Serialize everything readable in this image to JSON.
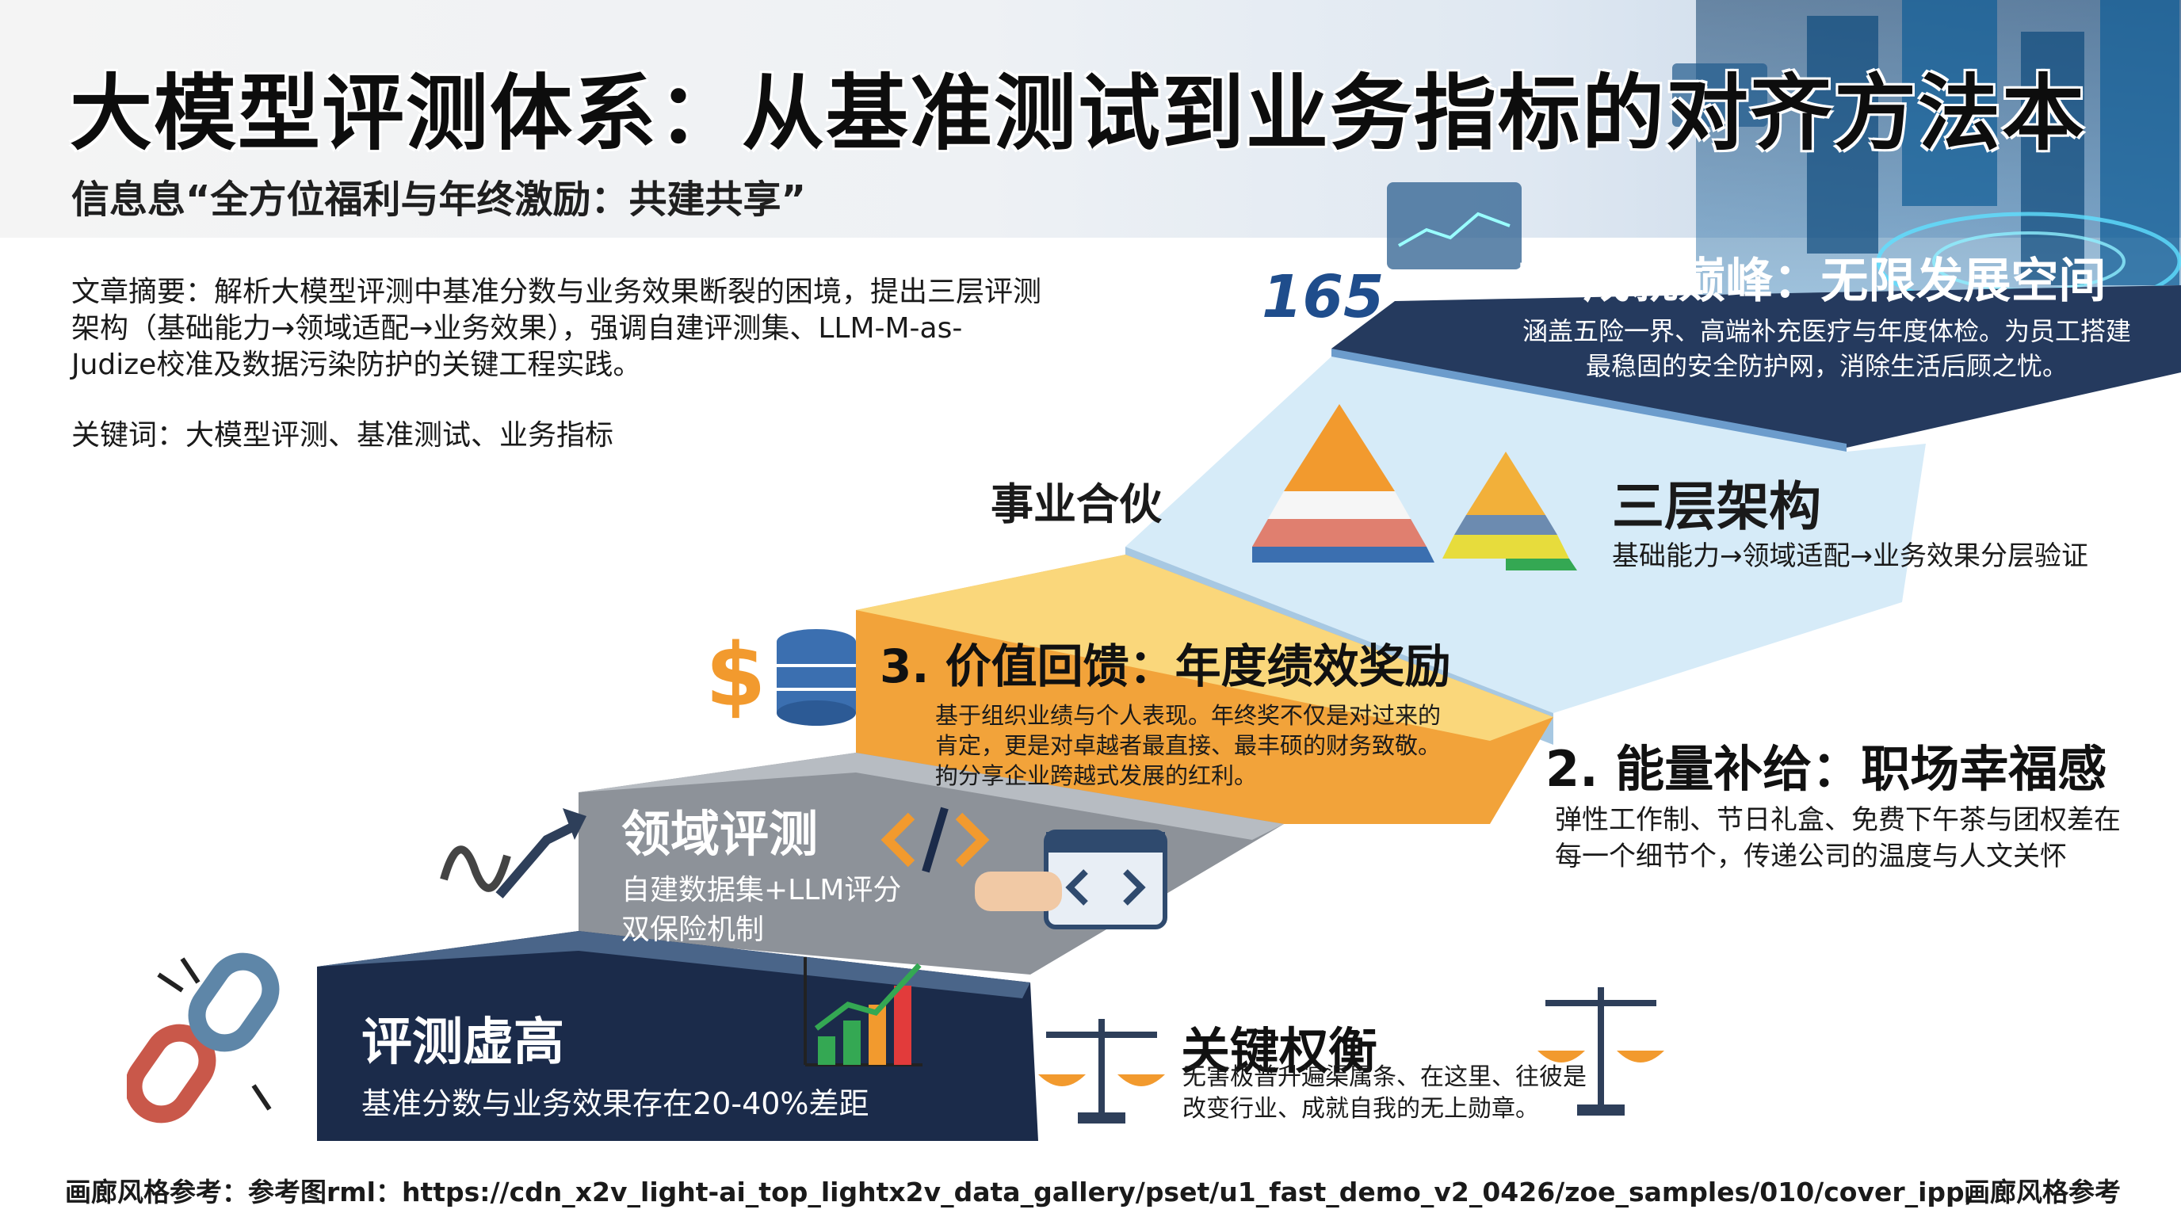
{
  "header": {
    "title": "大模型评测体系：从基准测试到业务指标的对齐方法本",
    "subtitle": "信息息“全方位福利与年终激励：共建共享”"
  },
  "summary": {
    "text": "文章摘要：解析大模型评测中基准分数与业务效果断裂的困境，提出三层评测架构（基础能力→领域适配→业务效果），强调自建评测集、LLM-M-as-Judize校准及数据污染防护的关键工程实践。",
    "keywords": "关键词：大模型评测、基准测试、业务指标"
  },
  "steps": {
    "step1": {
      "title": "评测虚高",
      "desc": "基准分数与业务效果存在20-40%差距"
    },
    "step2": {
      "title": "领域评测",
      "desc_line1": "自建数据集+LLM评分",
      "desc_line2": "双保险机制"
    },
    "step3": {
      "title": "3. 价值回馈：年度绩效奖励",
      "desc": "基于组织业绩与个人表现。年终奖不仅是对过来的肯定，更是对卓越者最直接、最丰硕的财务致敬。拘分享企业跨越式发展的红利。"
    },
    "step4": {
      "label_left": "事业合伙",
      "title": "三层架构",
      "desc": "基础能力→领域适配→业务效果分层验证"
    },
    "step5": {
      "title": "5. 成就巅峰：无限发展空间",
      "desc": "涵盖五险一界、高端补充医疗与年度体检。为员工搭建最稳固的安全防护网，消除生活后顾之忧。",
      "badge": "165"
    }
  },
  "side": {
    "energy_title": "2. 能量补给：职场幸福感",
    "energy_desc": "弹性工作制、节日礼盒、免费下午茶与团权差在每一个细节个，传递公司的温度与人文关怀",
    "balance_title": "关键权衡",
    "balance_desc": "无害极普升遍渠属条、在这里、往彼是改变行业、成就自我的无上勋章。"
  },
  "footer": {
    "left": "画廊风格参考：参考图rml：https://cdn_x2v_light-ai_top_lightx2v_data_gallery/pset/u1_fast_demo_v2_0426/zoe_samples/010/cover_ipp,",
    "right": "画廊风格参考"
  },
  "icons": {
    "broken-chain": "broken-chain-icon",
    "bar-chart": "bar-chart-icon",
    "code": "code-icon",
    "dollar": "dollar-icon",
    "database": "database-icon",
    "pyramid": "pyramid-icon",
    "scale": "balance-scale-icon",
    "trend-arrow": "trend-arrow-icon",
    "laptop": "laptop-icon"
  },
  "colors": {
    "step1": "#1b2b4a",
    "step2": "#8d9299",
    "step3": "#f2a33a",
    "step4": "#cfe6f5",
    "step5": "#253a5e",
    "accent_blue": "#2f6fb3",
    "chart_green": "#34a853",
    "chart_red": "#e23b3b",
    "chart_orange": "#f29a2e"
  }
}
